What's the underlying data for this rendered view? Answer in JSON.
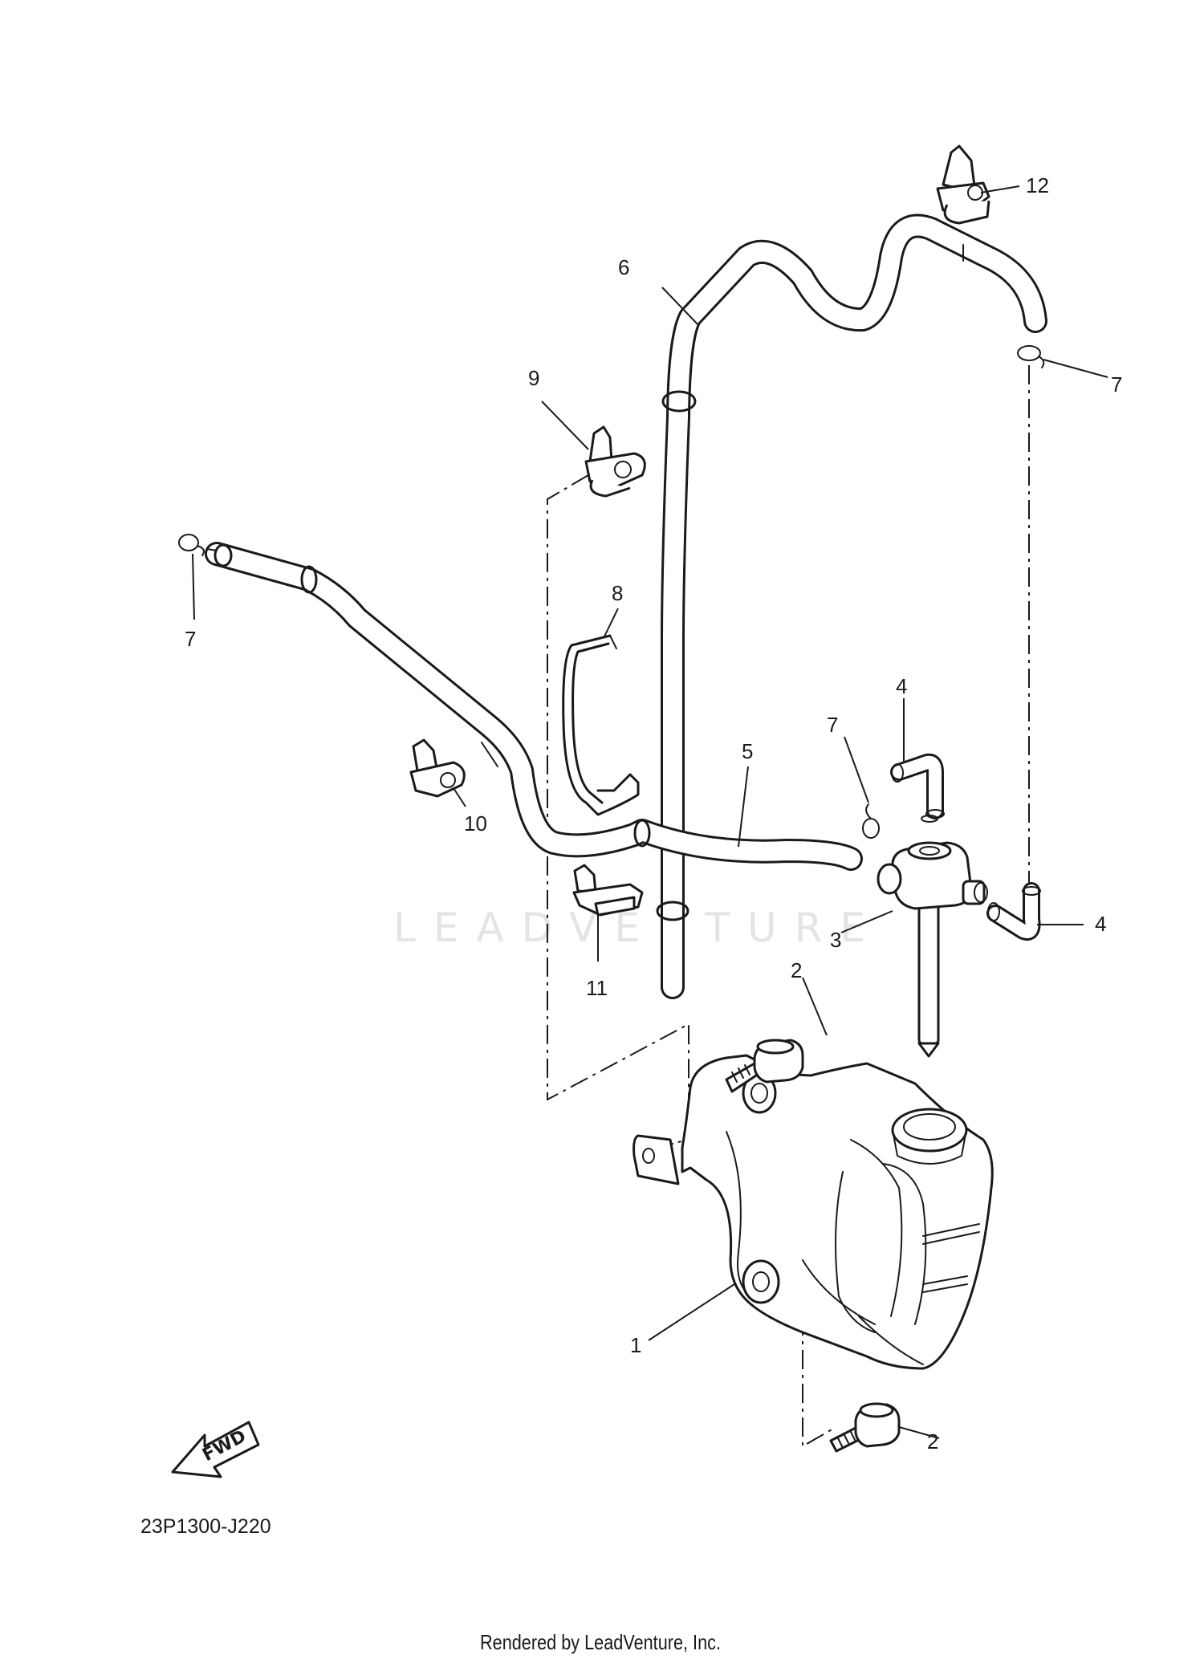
{
  "diagram": {
    "code": "23P1300-J220",
    "rendered_by": "Rendered by LeadVenture, Inc.",
    "watermark": "LEADVENTURE",
    "fwd_label": "FWD"
  },
  "callouts": [
    {
      "id": "c1",
      "label": "1"
    },
    {
      "id": "c2a",
      "label": "2"
    },
    {
      "id": "c2b",
      "label": "2"
    },
    {
      "id": "c3",
      "label": "3"
    },
    {
      "id": "c4a",
      "label": "4"
    },
    {
      "id": "c4b",
      "label": "4"
    },
    {
      "id": "c5",
      "label": "5"
    },
    {
      "id": "c6",
      "label": "6"
    },
    {
      "id": "c7a",
      "label": "7"
    },
    {
      "id": "c7b",
      "label": "7"
    },
    {
      "id": "c7c",
      "label": "7"
    },
    {
      "id": "c8",
      "label": "8"
    },
    {
      "id": "c9",
      "label": "9"
    },
    {
      "id": "c10",
      "label": "10"
    },
    {
      "id": "c11",
      "label": "11"
    },
    {
      "id": "c12",
      "label": "12"
    }
  ]
}
